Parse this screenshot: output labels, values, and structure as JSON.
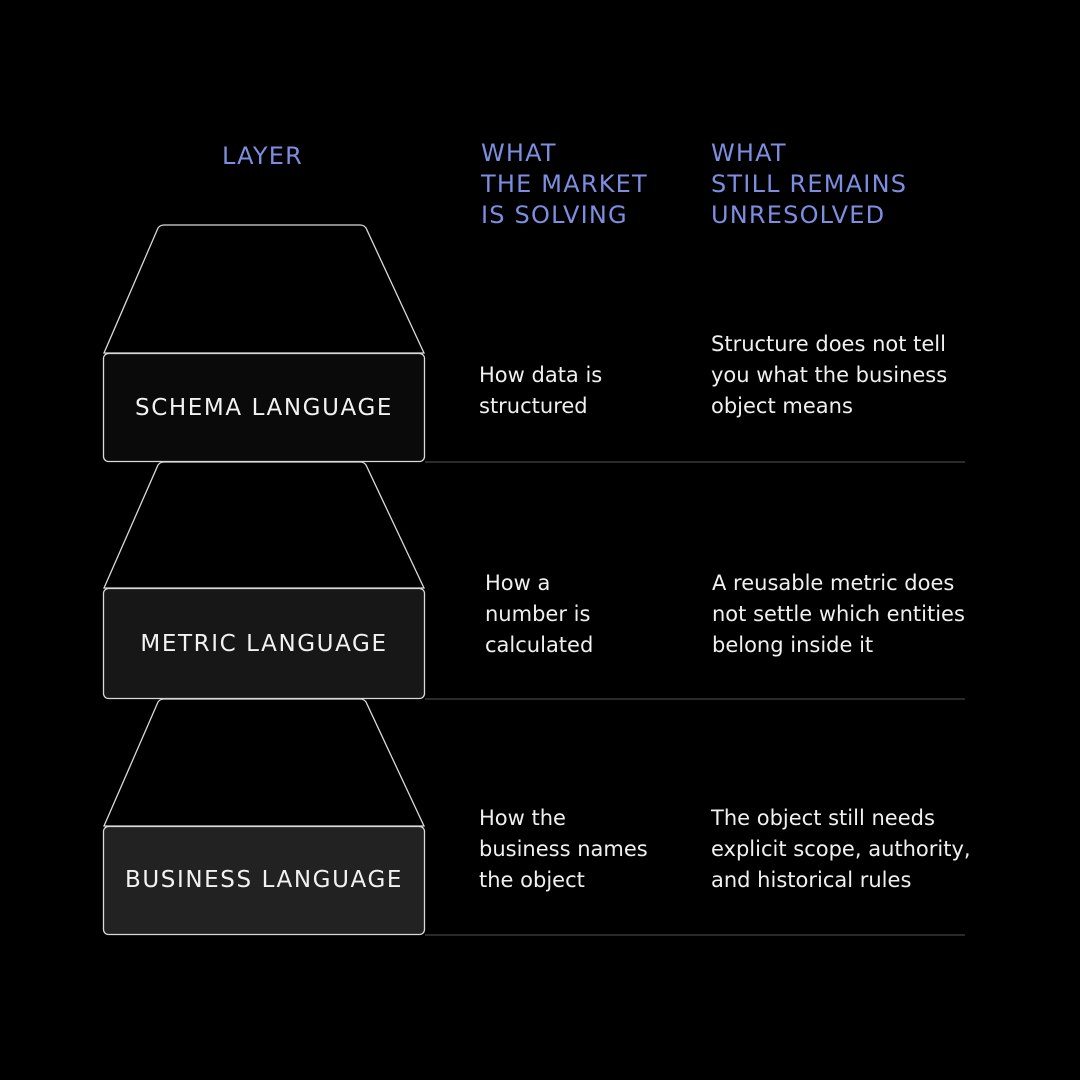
{
  "headers": {
    "layer": "LAYER",
    "market": "WHAT\nTHE MARKET\nIS SOLVING",
    "unresolved": "WHAT\nSTILL REMAINS\nUNRESOLVED"
  },
  "rows": [
    {
      "layer": "SCHEMA LANGUAGE",
      "market": "How data is\nstructured",
      "unresolved": "Structure does not tell\nyou what the business\nobject means",
      "box_color": "#0a0a0a"
    },
    {
      "layer": "METRIC LANGUAGE",
      "market": "How a\nnumber is\ncalculated",
      "unresolved": "A reusable metric does\nnot settle which entities\nbelong inside it",
      "box_color": "#171717"
    },
    {
      "layer": "BUSINESS LANGUAGE",
      "market": "How the\nbusiness names\nthe object",
      "unresolved": "The object still needs\nexplicit scope, authority,\nand historical rules",
      "box_color": "#222222"
    }
  ],
  "colors": {
    "background": "#000000",
    "header_accent": "#7d8ee0",
    "outline": "#d9d9d9",
    "divider": "#444444"
  }
}
